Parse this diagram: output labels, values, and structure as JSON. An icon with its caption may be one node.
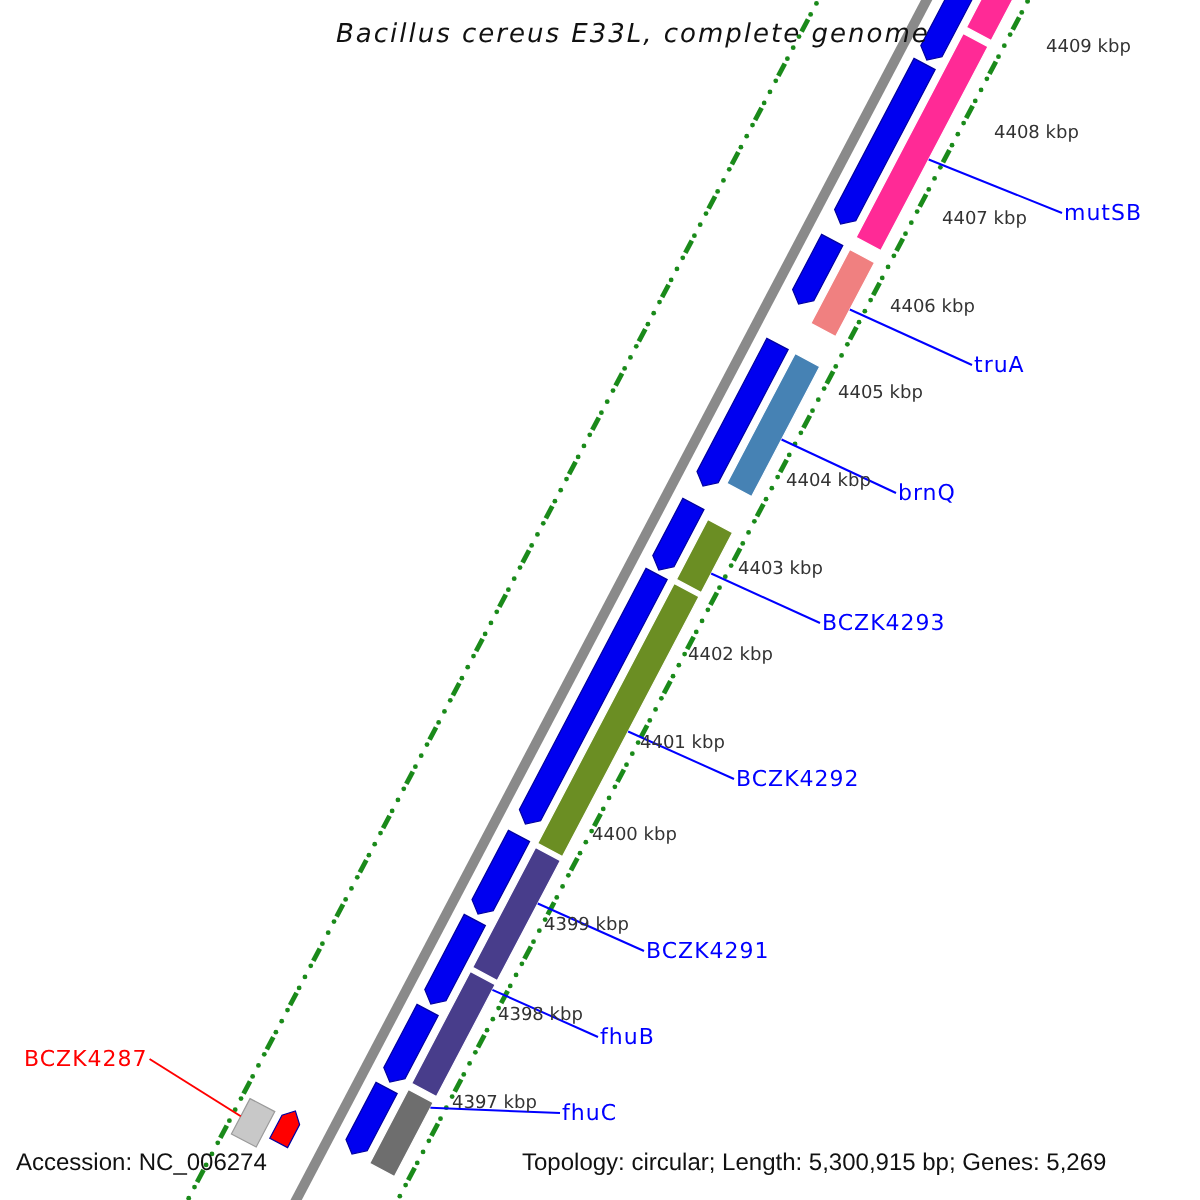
{
  "diagram": {
    "title": "Bacillus cereus E33L, complete genome",
    "nodes": [
      {
        "text": [
          "mutSB"
        ]
      },
      {
        "text": [],
        "shape": "bar"
      },
      {
        "text": [
          "truA"
        ]
      },
      {
        "text": [],
        "shape": "bar"
      },
      {
        "text": [
          "brnQ"
        ]
      },
      {
        "text": [],
        "shape": "bar"
      },
      {
        "text": [
          "BCZK4293"
        ]
      },
      {
        "text": [],
        "shape": "bar"
      },
      {
        "text": [
          "BCZK4292"
        ]
      },
      {
        "text": [],
        "shape": "bar"
      },
      {
        "text": [
          "BCZK4291"
        ]
      },
      {
        "text": [],
        "shape": "bar"
      },
      {
        "text": [
          "fhuB"
        ]
      },
      {
        "text": [],
        "shape": "bar"
      },
      {
        "text": [
          "fhuC"
        ]
      },
      {
        "text": [],
        "shape": "bar"
      },
      {
        "text": [
          "BCZK4287"
        ]
      },
      {
        "text": [],
        "shape": "box"
      },
      {
        "text": [],
        "shape": "arrow"
      },
      {
        "text": [],
        "shape": "arrow"
      },
      {
        "text": [],
        "shape": "arrow"
      },
      {
        "text": [],
        "shape": "arrow"
      },
      {
        "text": [],
        "shape": "arrow"
      },
      {
        "text": [],
        "shape": "arrow"
      },
      {
        "text": [],
        "shape": "arrow"
      },
      {
        "text": [],
        "shape": "arrow"
      },
      {
        "text": [],
        "shape": "arrow"
      },
      {
        "text": [],
        "shape": "arrow"
      },
      {
        "text": [],
        "shape": "arrow"
      },
      {
        "text": [],
        "shape": "bar"
      }
    ],
    "edges": [
      {
        "from": 0,
        "to": 1,
        "arrow": "none"
      },
      {
        "from": 2,
        "to": 3,
        "arrow": "none"
      },
      {
        "from": 4,
        "to": 5,
        "arrow": "none"
      },
      {
        "from": 6,
        "to": 7,
        "arrow": "none"
      },
      {
        "from": 8,
        "to": 9,
        "arrow": "none"
      },
      {
        "from": 10,
        "to": 11,
        "arrow": "none"
      },
      {
        "from": 12,
        "to": 13,
        "arrow": "none"
      },
      {
        "from": 14,
        "to": 15,
        "arrow": "none"
      },
      {
        "from": 16,
        "to": 17,
        "arrow": "none",
        "color": "#ff0000"
      }
    ],
    "labels": [
      "4409 kbp",
      "4408 kbp",
      "4407 kbp",
      "4406 kbp",
      "4405 kbp",
      "4404 kbp",
      "4403 kbp",
      "4402 kbp",
      "4401 kbp",
      "4400 kbp",
      "4399 kbp",
      "4398 kbp",
      "4397 kbp",
      "Accession: NC_006274",
      "Topology: circular; Length: 5,300,915 bp; Genes: 5,269"
    ]
  }
}
